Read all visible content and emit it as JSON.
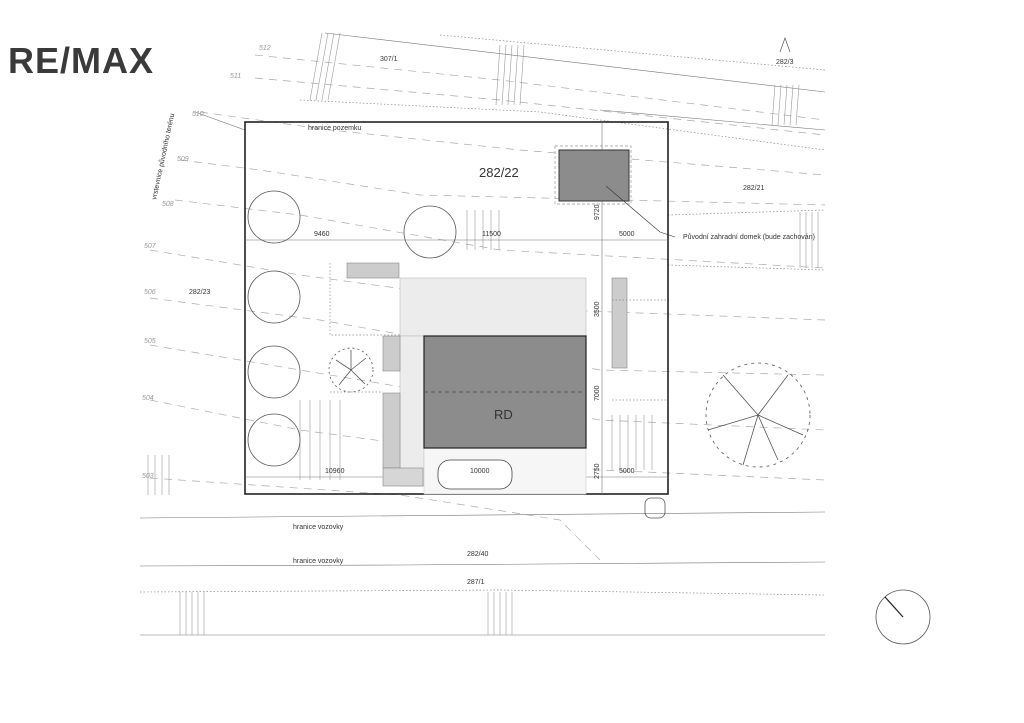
{
  "logo": "RE/MAX",
  "contours": [
    "512",
    "511",
    "510",
    "509",
    "508",
    "507",
    "506",
    "505",
    "504",
    "503"
  ],
  "contour_label": "vrstevnice původního terénu",
  "parcels": {
    "p307_1": "307/1",
    "p282_3": "282/3",
    "p282_22": "282/22",
    "p282_21": "282/21",
    "p282_23": "282/23",
    "p282_40": "282/40",
    "p287_1": "287/1"
  },
  "labels": {
    "plot_boundary": "hranice pozemku",
    "road_boundary_1": "hranice vozovky",
    "road_boundary_2": "hranice vozovky",
    "garden_house": "Původní zahradní domek (bude zachován)",
    "house": "RD"
  },
  "dimensions": {
    "d9460": "9460",
    "d11500": "11500",
    "d5000_top": "5000",
    "d9720": "9720",
    "d3500": "3500",
    "d7000": "7000",
    "d2750": "2750",
    "d10960": "10960",
    "d10000": "10000",
    "d5000_bottom": "5000"
  },
  "colors": {
    "building": "#8c8c8c",
    "paving": "#ececec",
    "logo": "#3a3a3a"
  }
}
